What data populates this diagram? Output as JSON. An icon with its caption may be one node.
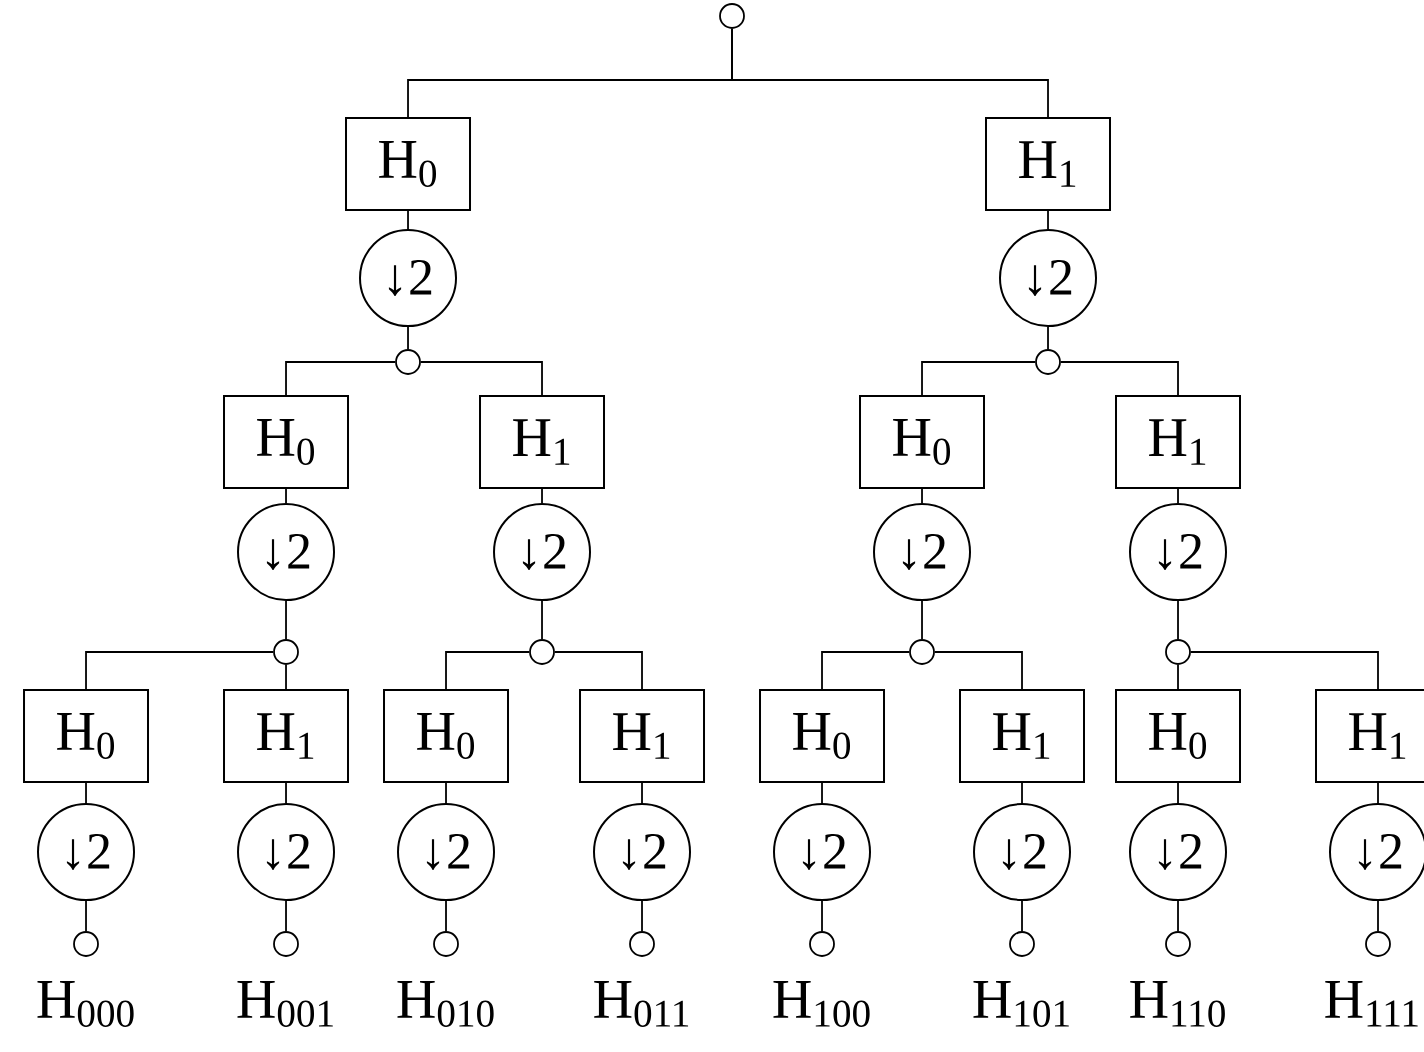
{
  "diagram": {
    "nodes": [
      {
        "text": [],
        "shape": "circle"
      },
      {
        "text": [
          "H$_{0}$"
        ]
      },
      {
        "text": [
          "H$_{1}$"
        ]
      },
      {
        "text": [
          "↓2"
        ]
      },
      {
        "text": [
          "↓2"
        ]
      },
      {
        "text": [],
        "shape": "circle"
      },
      {
        "text": [],
        "shape": "circle"
      },
      {
        "text": [
          "H$_{0}$"
        ]
      },
      {
        "text": [
          "H$_{1}$"
        ]
      },
      {
        "text": [
          "H$_{0}$"
        ]
      },
      {
        "text": [
          "H$_{1}$"
        ]
      },
      {
        "text": [
          "↓2"
        ]
      },
      {
        "text": [
          "↓2"
        ]
      },
      {
        "text": [
          "↓2"
        ]
      },
      {
        "text": [
          "↓2"
        ]
      },
      {
        "text": [],
        "shape": "circle"
      },
      {
        "text": [],
        "shape": "circle"
      },
      {
        "text": [],
        "shape": "circle"
      },
      {
        "text": [],
        "shape": "circle"
      },
      {
        "text": [
          "H$_{0}$"
        ]
      },
      {
        "text": [
          "H$_{1}$"
        ]
      },
      {
        "text": [
          "H$_{0}$"
        ]
      },
      {
        "text": [
          "H$_{1}$"
        ]
      },
      {
        "text": [
          "H$_{0}$"
        ]
      },
      {
        "text": [
          "H$_{1}$"
        ]
      },
      {
        "text": [
          "H$_{0}$"
        ]
      },
      {
        "text": [
          "H$_{1}$"
        ]
      },
      {
        "text": [
          "↓2"
        ]
      },
      {
        "text": [
          "↓2"
        ]
      },
      {
        "text": [
          "↓2"
        ]
      },
      {
        "text": [
          "↓2"
        ]
      },
      {
        "text": [
          "↓2"
        ]
      },
      {
        "text": [
          "↓2"
        ]
      },
      {
        "text": [
          "↓2"
        ]
      },
      {
        "text": [
          "↓2"
        ]
      },
      {
        "text": [],
        "shape": "circle",
        "beside": [
          "H$_{000}$"
        ]
      },
      {
        "text": [],
        "shape": "circle",
        "beside": [
          "H$_{001}$"
        ]
      },
      {
        "text": [],
        "shape": "circle",
        "beside": [
          "H$_{010}$"
        ]
      },
      {
        "text": [],
        "shape": "circle",
        "beside": [
          "H$_{011}$"
        ]
      },
      {
        "text": [],
        "shape": "circle",
        "beside": [
          "H$_{100}$"
        ]
      },
      {
        "text": [],
        "shape": "circle",
        "beside": [
          "H$_{101}$"
        ]
      },
      {
        "text": [],
        "shape": "circle",
        "beside": [
          "H$_{110}$"
        ]
      },
      {
        "text": [],
        "shape": "circle",
        "beside": [
          "H$_{111}$"
        ]
      }
    ],
    "edges": [
      {
        "from": 0,
        "to": 1,
        "arrow": "none"
      },
      {
        "from": 0,
        "to": 2,
        "arrow": "none"
      },
      {
        "from": 1,
        "to": 3,
        "arrow": "none"
      },
      {
        "from": 2,
        "to": 4,
        "arrow": "none"
      },
      {
        "from": 3,
        "to": 5,
        "arrow": "none"
      },
      {
        "from": 4,
        "to": 6,
        "arrow": "none"
      },
      {
        "from": 5,
        "to": 7,
        "arrow": "none"
      },
      {
        "from": 5,
        "to": 8,
        "arrow": "none"
      },
      {
        "from": 6,
        "to": 9,
        "arrow": "none"
      },
      {
        "from": 6,
        "to": 10,
        "arrow": "none"
      },
      {
        "from": 7,
        "to": 11,
        "arrow": "none"
      },
      {
        "from": 8,
        "to": 12,
        "arrow": "none"
      },
      {
        "from": 9,
        "to": 13,
        "arrow": "none"
      },
      {
        "from": 10,
        "to": 14,
        "arrow": "none"
      },
      {
        "from": 11,
        "to": 15,
        "arrow": "none"
      },
      {
        "from": 12,
        "to": 16,
        "arrow": "none"
      },
      {
        "from": 13,
        "to": 17,
        "arrow": "none"
      },
      {
        "from": 14,
        "to": 18,
        "arrow": "none"
      },
      {
        "from": 15,
        "to": 19,
        "arrow": "none"
      },
      {
        "from": 15,
        "to": 20,
        "arrow": "none"
      },
      {
        "from": 16,
        "to": 21,
        "arrow": "none"
      },
      {
        "from": 16,
        "to": 22,
        "arrow": "none"
      },
      {
        "from": 17,
        "to": 23,
        "arrow": "none"
      },
      {
        "from": 17,
        "to": 24,
        "arrow": "none"
      },
      {
        "from": 18,
        "to": 25,
        "arrow": "none"
      },
      {
        "from": 18,
        "to": 26,
        "arrow": "none"
      },
      {
        "from": 19,
        "to": 27,
        "arrow": "none"
      },
      {
        "from": 20,
        "to": 28,
        "arrow": "none"
      },
      {
        "from": 21,
        "to": 29,
        "arrow": "none"
      },
      {
        "from": 22,
        "to": 30,
        "arrow": "none"
      },
      {
        "from": 23,
        "to": 31,
        "arrow": "none"
      },
      {
        "from": 24,
        "to": 32,
        "arrow": "none"
      },
      {
        "from": 25,
        "to": 33,
        "arrow": "none"
      },
      {
        "from": 26,
        "to": 34,
        "arrow": "none"
      },
      {
        "from": 27,
        "to": 35,
        "arrow": "none"
      },
      {
        "from": 28,
        "to": 36,
        "arrow": "none"
      },
      {
        "from": 29,
        "to": 37,
        "arrow": "none"
      },
      {
        "from": 30,
        "to": 38,
        "arrow": "none"
      },
      {
        "from": 31,
        "to": 39,
        "arrow": "none"
      },
      {
        "from": 32,
        "to": 40,
        "arrow": "none"
      },
      {
        "from": 33,
        "to": 41,
        "arrow": "none"
      },
      {
        "from": 34,
        "to": 42,
        "arrow": "none"
      }
    ]
  }
}
